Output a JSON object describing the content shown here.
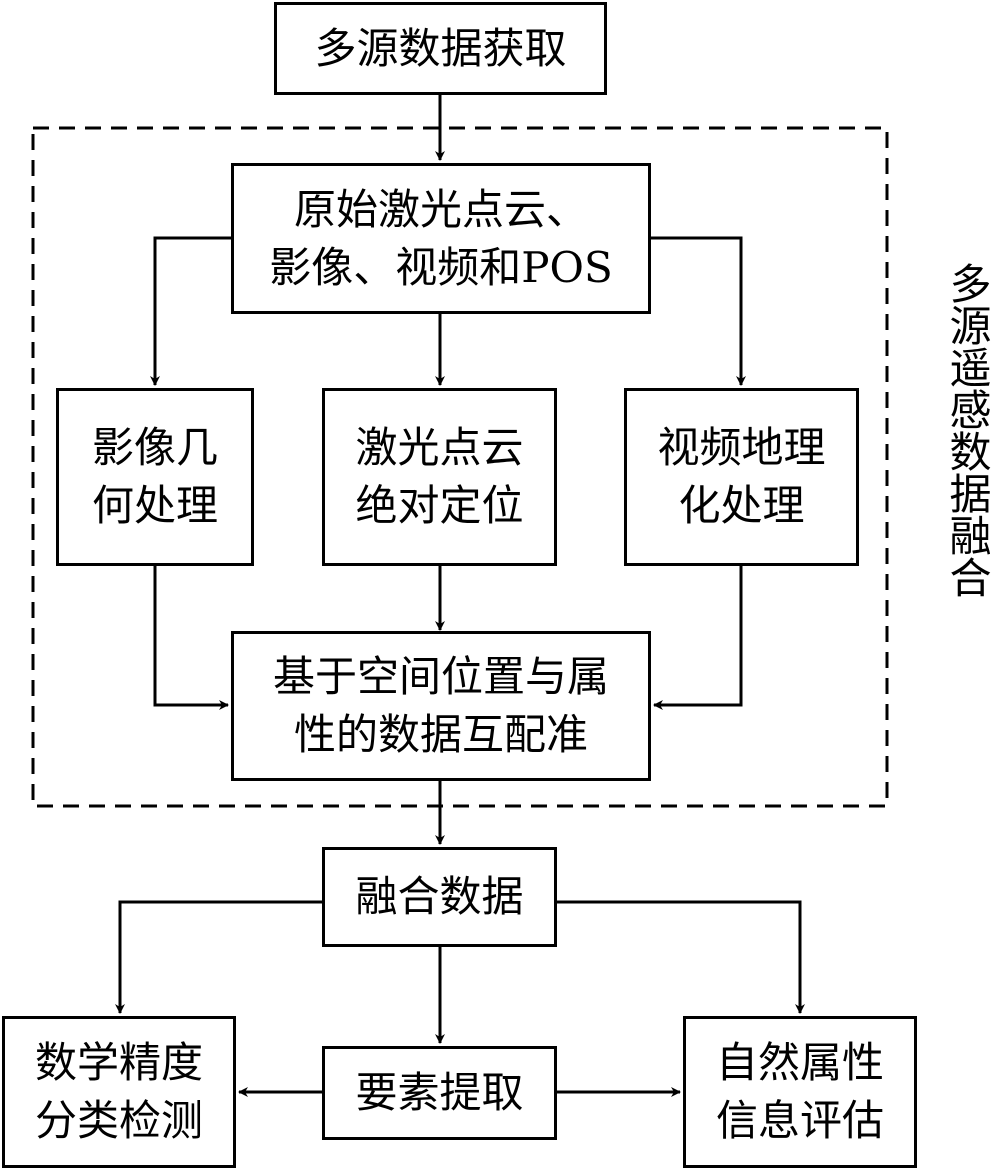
{
  "nodes": {
    "acquire": [
      "多源数据获取"
    ],
    "raw": [
      "原始激光点云、",
      "影像、视频和POS"
    ],
    "image_geo": [
      "影像几",
      "何处理"
    ],
    "laser_pos": [
      "激光点云",
      "绝对定位"
    ],
    "video_geo": [
      "视频地理",
      "化处理"
    ],
    "register": [
      "基于空间位置与属",
      "性的数据互配准"
    ],
    "fused": [
      "融合数据"
    ],
    "accuracy": [
      "数学精度",
      "分类检测"
    ],
    "extract": [
      "要素提取"
    ],
    "attr_eval": [
      "自然属性",
      "信息评估"
    ]
  },
  "group_label": "多源遥感数据融合"
}
